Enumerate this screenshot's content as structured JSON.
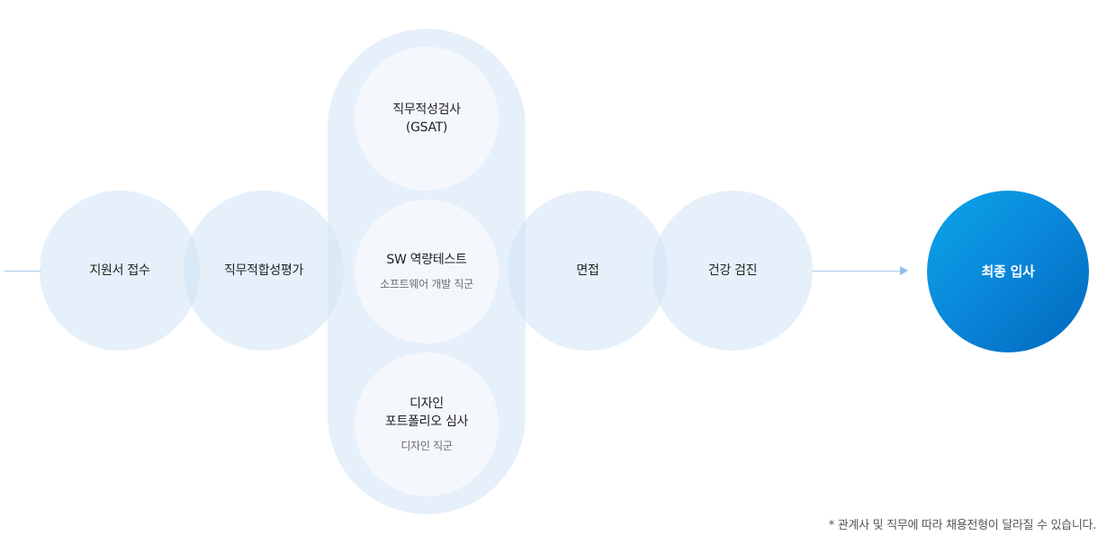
{
  "steps": {
    "application": {
      "label": "지원서 접수"
    },
    "aptitude_eval": {
      "label": "직무적합성평가"
    },
    "gsat": {
      "line1": "직무적성검사",
      "line2": "(GSAT)"
    },
    "sw_test": {
      "label": "SW 역량테스트",
      "sub": "소프트웨어 개발 직군"
    },
    "portfolio": {
      "line1": "디자인",
      "line2": "포트폴리오 심사",
      "sub": "디자인 직군"
    },
    "interview": {
      "label": "면접"
    },
    "health_check": {
      "label": "건강 검진"
    },
    "final": {
      "label": "최종 입사"
    }
  },
  "footnote": "* 관계사 및 직무에 따라 채용전형이 달라질 수 있습니다.",
  "colors": {
    "circle_fill": "#d0e3f6",
    "pill_fill": "#d6e7f7",
    "inner_fill": "#f4f8fd",
    "final_gradient_start": "#0aa6ea",
    "final_gradient_end": "#0068bd",
    "connector": "#a9ccef"
  }
}
